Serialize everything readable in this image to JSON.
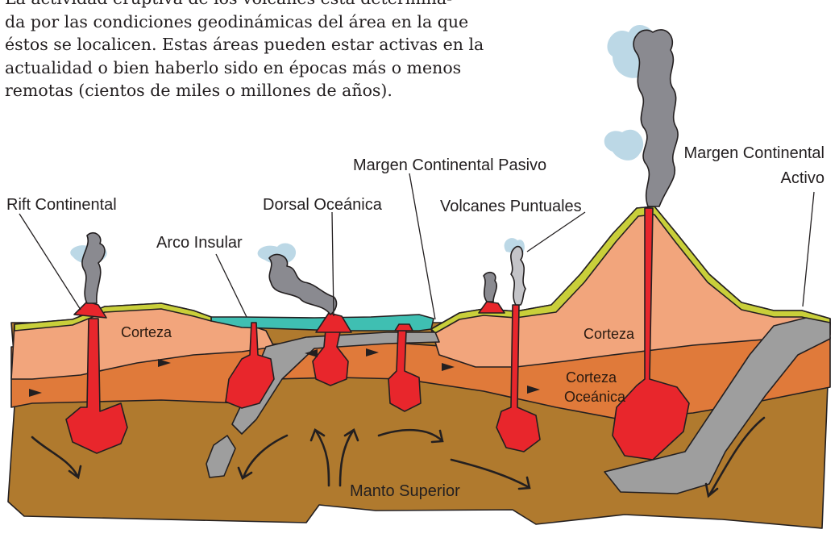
{
  "intro": {
    "lines": [
      "La actividad eruptiva de los volcanes está determina-",
      "da por las condiciones geodinámicas del área en la que",
      "éstos se localicen. Estas áreas pueden estar activas en la",
      "actualidad o bien haberlo sido en épocas más o menos",
      "remotas (cientos de miles o millones de años)."
    ]
  },
  "labels": {
    "rift": "Rift Continental",
    "arco": "Arco Insular",
    "dorsal": "Dorsal Oceánica",
    "pasivo": "Margen Continental Pasivo",
    "puntuales": "Volcanes Puntuales",
    "activo_1": "Margen Continental",
    "activo_2": "Activo",
    "corteza_left": "Corteza",
    "corteza_right": "Corteza",
    "corteza_oceanica_1": "Corteza",
    "corteza_oceanica_2": "Oceánica",
    "manto": "Manto Superior"
  },
  "colors": {
    "mantle": "#b07a2e",
    "crust": "#f2a57c",
    "oceanic_crust": "#e07a3a",
    "ocean": "#3fbfb2",
    "surface": "#c9cf3a",
    "magma": "#e8262c",
    "slab": "#9e9e9e",
    "smoke": "#8a8a90"
  }
}
